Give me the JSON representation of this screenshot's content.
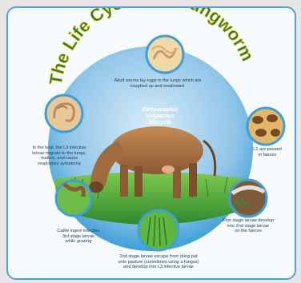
{
  "title": "The Life Cycle of a Lungworm",
  "center_label": [
    "Dictyocaulus",
    "viviparous",
    "lifecycle"
  ],
  "stages": {
    "adults": [
      "Adult worms lay eggs in the lungs which are",
      "coughed up and swallowed."
    ],
    "faeces": [
      "L1 are passed",
      "in faeces"
    ],
    "develop": [
      "First stage larvae develop",
      "into 2nd stage larvae",
      "on the faeces"
    ],
    "escape": [
      "2nd stage larvae escape from dung pat",
      "onto pasture (sometimes using a fungus)",
      "and develop into L3 infective larvae"
    ],
    "ingest": [
      "Cattle ingest infective",
      "3rd stage larvae",
      "while grazing"
    ],
    "host": [
      "In the host, the L3 infective",
      "larvae migrate to the lungs,",
      "mature, and cause",
      "respiratory symptoms"
    ]
  },
  "colors": {
    "border": "#4ea3d5",
    "title_green": "#1e7d3a",
    "title_gold": "#f2c318",
    "circle_blue": "#3f9fd6",
    "grass": "#4fae3d",
    "cow": "#b07a4a"
  }
}
